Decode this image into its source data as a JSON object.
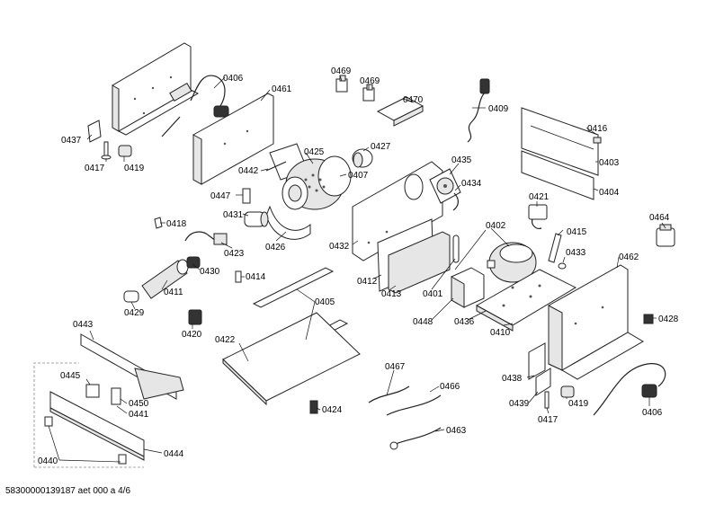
{
  "footer": "58300000139187 aet 000 a 4/6",
  "labels": {
    "l0406a": "0406",
    "l0461": "0461",
    "l0469a": "0469",
    "l0469b": "0469",
    "l0470": "0470",
    "l0409": "0409",
    "l0437": "0437",
    "l0417a": "0417",
    "l0419a": "0419",
    "l0425": "0425",
    "l0427": "0427",
    "l0442": "0442",
    "l0407": "0407",
    "l0416": "0416",
    "l0403": "0403",
    "l0404": "0404",
    "l0435": "0435",
    "l0434": "0434",
    "l0447": "0447",
    "l0431": "0431",
    "l0418": "0418",
    "l0423": "0423",
    "l0426": "0426",
    "l0421": "0421",
    "l0464": "0464",
    "l0432": "0432",
    "l0402": "0402",
    "l0415": "0415",
    "l0433": "0433",
    "l0430": "0430",
    "l0414": "0414",
    "l0412": "0412",
    "l0413": "0413",
    "l0401": "0401",
    "l0462": "0462",
    "l0411": "0411",
    "l0405": "0405",
    "l0429": "0429",
    "l0448": "0448",
    "l0436": "0436",
    "l0410": "0410",
    "l0428": "0428",
    "l0443": "0443",
    "l0420": "0420",
    "l0422": "0422",
    "l0467": "0467",
    "l0445": "0445",
    "l0466": "0466",
    "l0438": "0438",
    "l0450": "0450",
    "l0441": "0441",
    "l0424": "0424",
    "l0439": "0439",
    "l0419b": "0419",
    "l0417b": "0417",
    "l0406b": "0406",
    "l0463": "0463",
    "l0440": "0440",
    "l0444": "0444"
  }
}
